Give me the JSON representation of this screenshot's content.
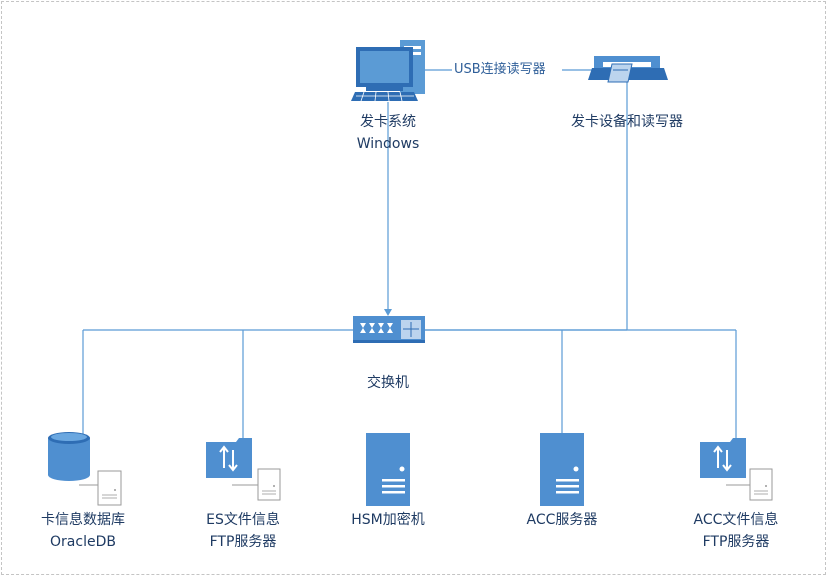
{
  "connector": {
    "usb_label": "USB连接读写器"
  },
  "nodes": {
    "pc": {
      "line1": "发卡系统",
      "line2": "Windows"
    },
    "card_writer": {
      "line1": "发卡设备和读写器"
    },
    "switch": {
      "line1": "交换机"
    },
    "oracle_db": {
      "line1": "卡信息数据库",
      "line2": "OracleDB"
    },
    "es_ftp": {
      "line1": "ES文件信息",
      "line2": "FTP服务器"
    },
    "hsm": {
      "line1": "HSM加密机"
    },
    "acc_server": {
      "line1": "ACC服务器"
    },
    "acc_ftp": {
      "line1": "ACC文件信息",
      "line2": "FTP服务器"
    }
  },
  "colors": {
    "line": "#5b9bd5",
    "icon_fill": "#4f8fd0",
    "icon_dark": "#2e6db4",
    "label_text": "#1f3b63"
  }
}
